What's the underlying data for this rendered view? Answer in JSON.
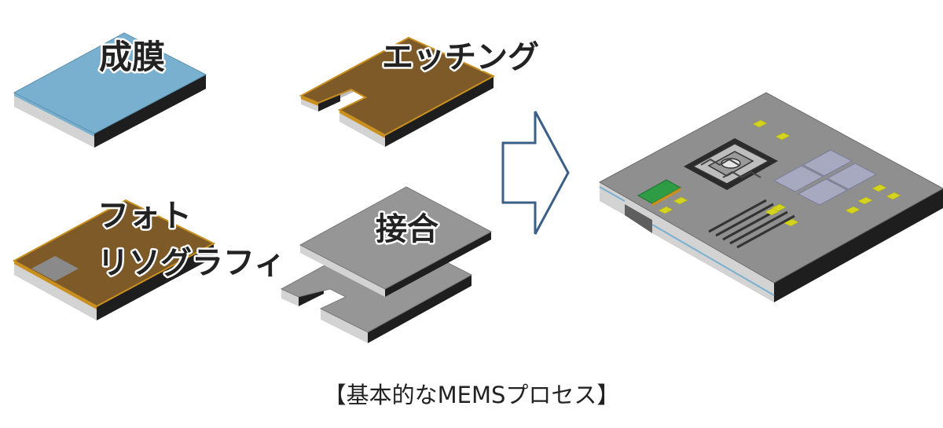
{
  "steps": {
    "film": {
      "label": "成膜"
    },
    "etching": {
      "label": "エッチング"
    },
    "photolithography": {
      "line1": "フォト",
      "line2": "リソグラフィ"
    },
    "bonding": {
      "label": "接合"
    }
  },
  "caption": "【基本的なMEMSプロセス】",
  "colors": {
    "film": "#79b0cf",
    "resist": "#7d5a27",
    "resist_edge": "#c9901f",
    "substrate_side": "#d3d3d3",
    "dark_side": "#1e1e1e",
    "device_top": "#8f8f8f",
    "pad": "#d4d41e",
    "green_part": "#2e9b45",
    "arrow": "#3b5f86"
  },
  "icons": {
    "arrow": "outline-arrow-right-icon"
  }
}
